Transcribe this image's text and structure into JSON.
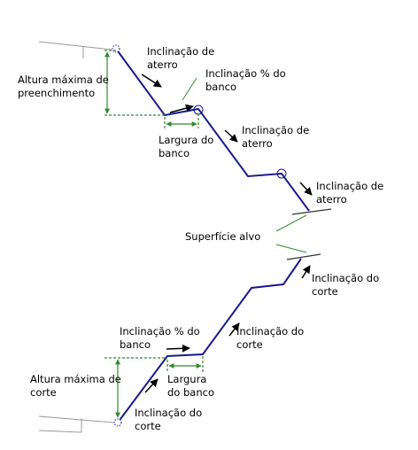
{
  "labels": {
    "fill_slope_1a": "Inclinação de",
    "fill_slope_1b": "aterro",
    "bench_slope_top_a": "Inclinação % do",
    "bench_slope_top_b": "banco",
    "max_fill_a": "Altura máxima de",
    "max_fill_b": "preenchimento",
    "bench_width_top_a": "Largura do",
    "bench_width_top_b": "banco",
    "fill_slope_2a": "Inclinação de",
    "fill_slope_2b": "aterro",
    "fill_slope_3a": "Inclinação de",
    "fill_slope_3b": "aterro",
    "target_surface": "Superfície alvo",
    "cut_slope_top_a": "Inclinação do",
    "cut_slope_top_b": "corte",
    "cut_slope_mid_a": "Inclinação do",
    "cut_slope_mid_b": "corte",
    "bench_slope_bottom_a": "Inclinação % do",
    "bench_slope_bottom_b": "banco",
    "max_cut_a": "Altura máxima de",
    "max_cut_b": "corte",
    "bench_width_bottom_a": "Largura",
    "bench_width_bottom_b": "do banco",
    "cut_slope_bottom_a": "Inclinação do",
    "cut_slope_bottom_b": "corte"
  },
  "colors": {
    "profile_line": "#1a1a8c",
    "dimension_line": "#2e8b2e",
    "leader_line": "#2e8b2e",
    "ground_line": "#999999",
    "arrow": "#000000",
    "text": "#000000"
  }
}
